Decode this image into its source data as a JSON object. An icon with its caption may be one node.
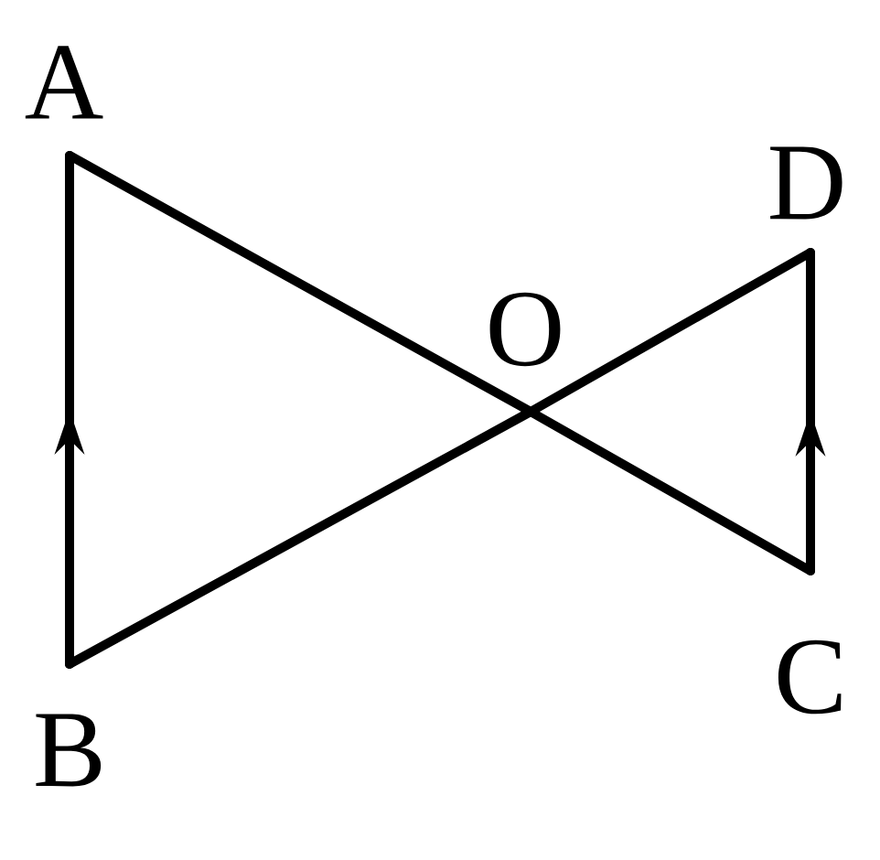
{
  "diagram": {
    "nodes": [
      {
        "text": [
          "A"
        ]
      },
      {
        "text": [
          "D"
        ]
      },
      {
        "text": [
          "O"
        ]
      },
      {
        "text": [
          "B"
        ]
      },
      {
        "text": [
          "C"
        ]
      }
    ],
    "edges": [
      {
        "from": 3,
        "to": 0,
        "arrow": "to"
      },
      {
        "from": 0,
        "to": 2,
        "arrow": "none"
      },
      {
        "from": 2,
        "to": 4,
        "arrow": "none"
      },
      {
        "from": 3,
        "to": 2,
        "arrow": "none"
      },
      {
        "from": 2,
        "to": 1,
        "arrow": "none"
      },
      {
        "from": 4,
        "to": 1,
        "arrow": "to"
      }
    ]
  }
}
